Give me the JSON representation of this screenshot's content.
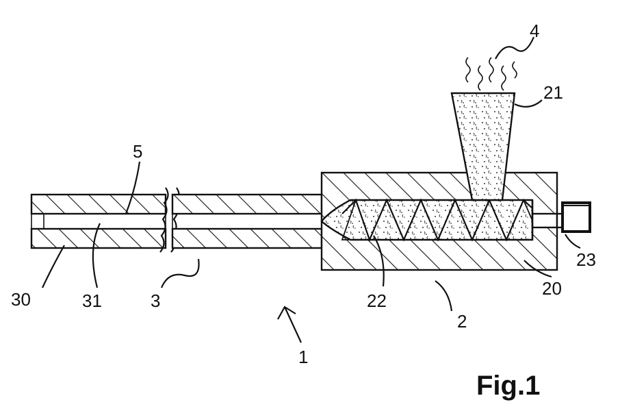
{
  "figure": {
    "caption": "Fig.1",
    "labels": {
      "l1": "1",
      "l2": "2",
      "l3": "3",
      "l4": "4",
      "l5": "5",
      "l20": "20",
      "l21": "21",
      "l22": "22",
      "l23": "23",
      "l30": "30",
      "l31": "31"
    }
  }
}
